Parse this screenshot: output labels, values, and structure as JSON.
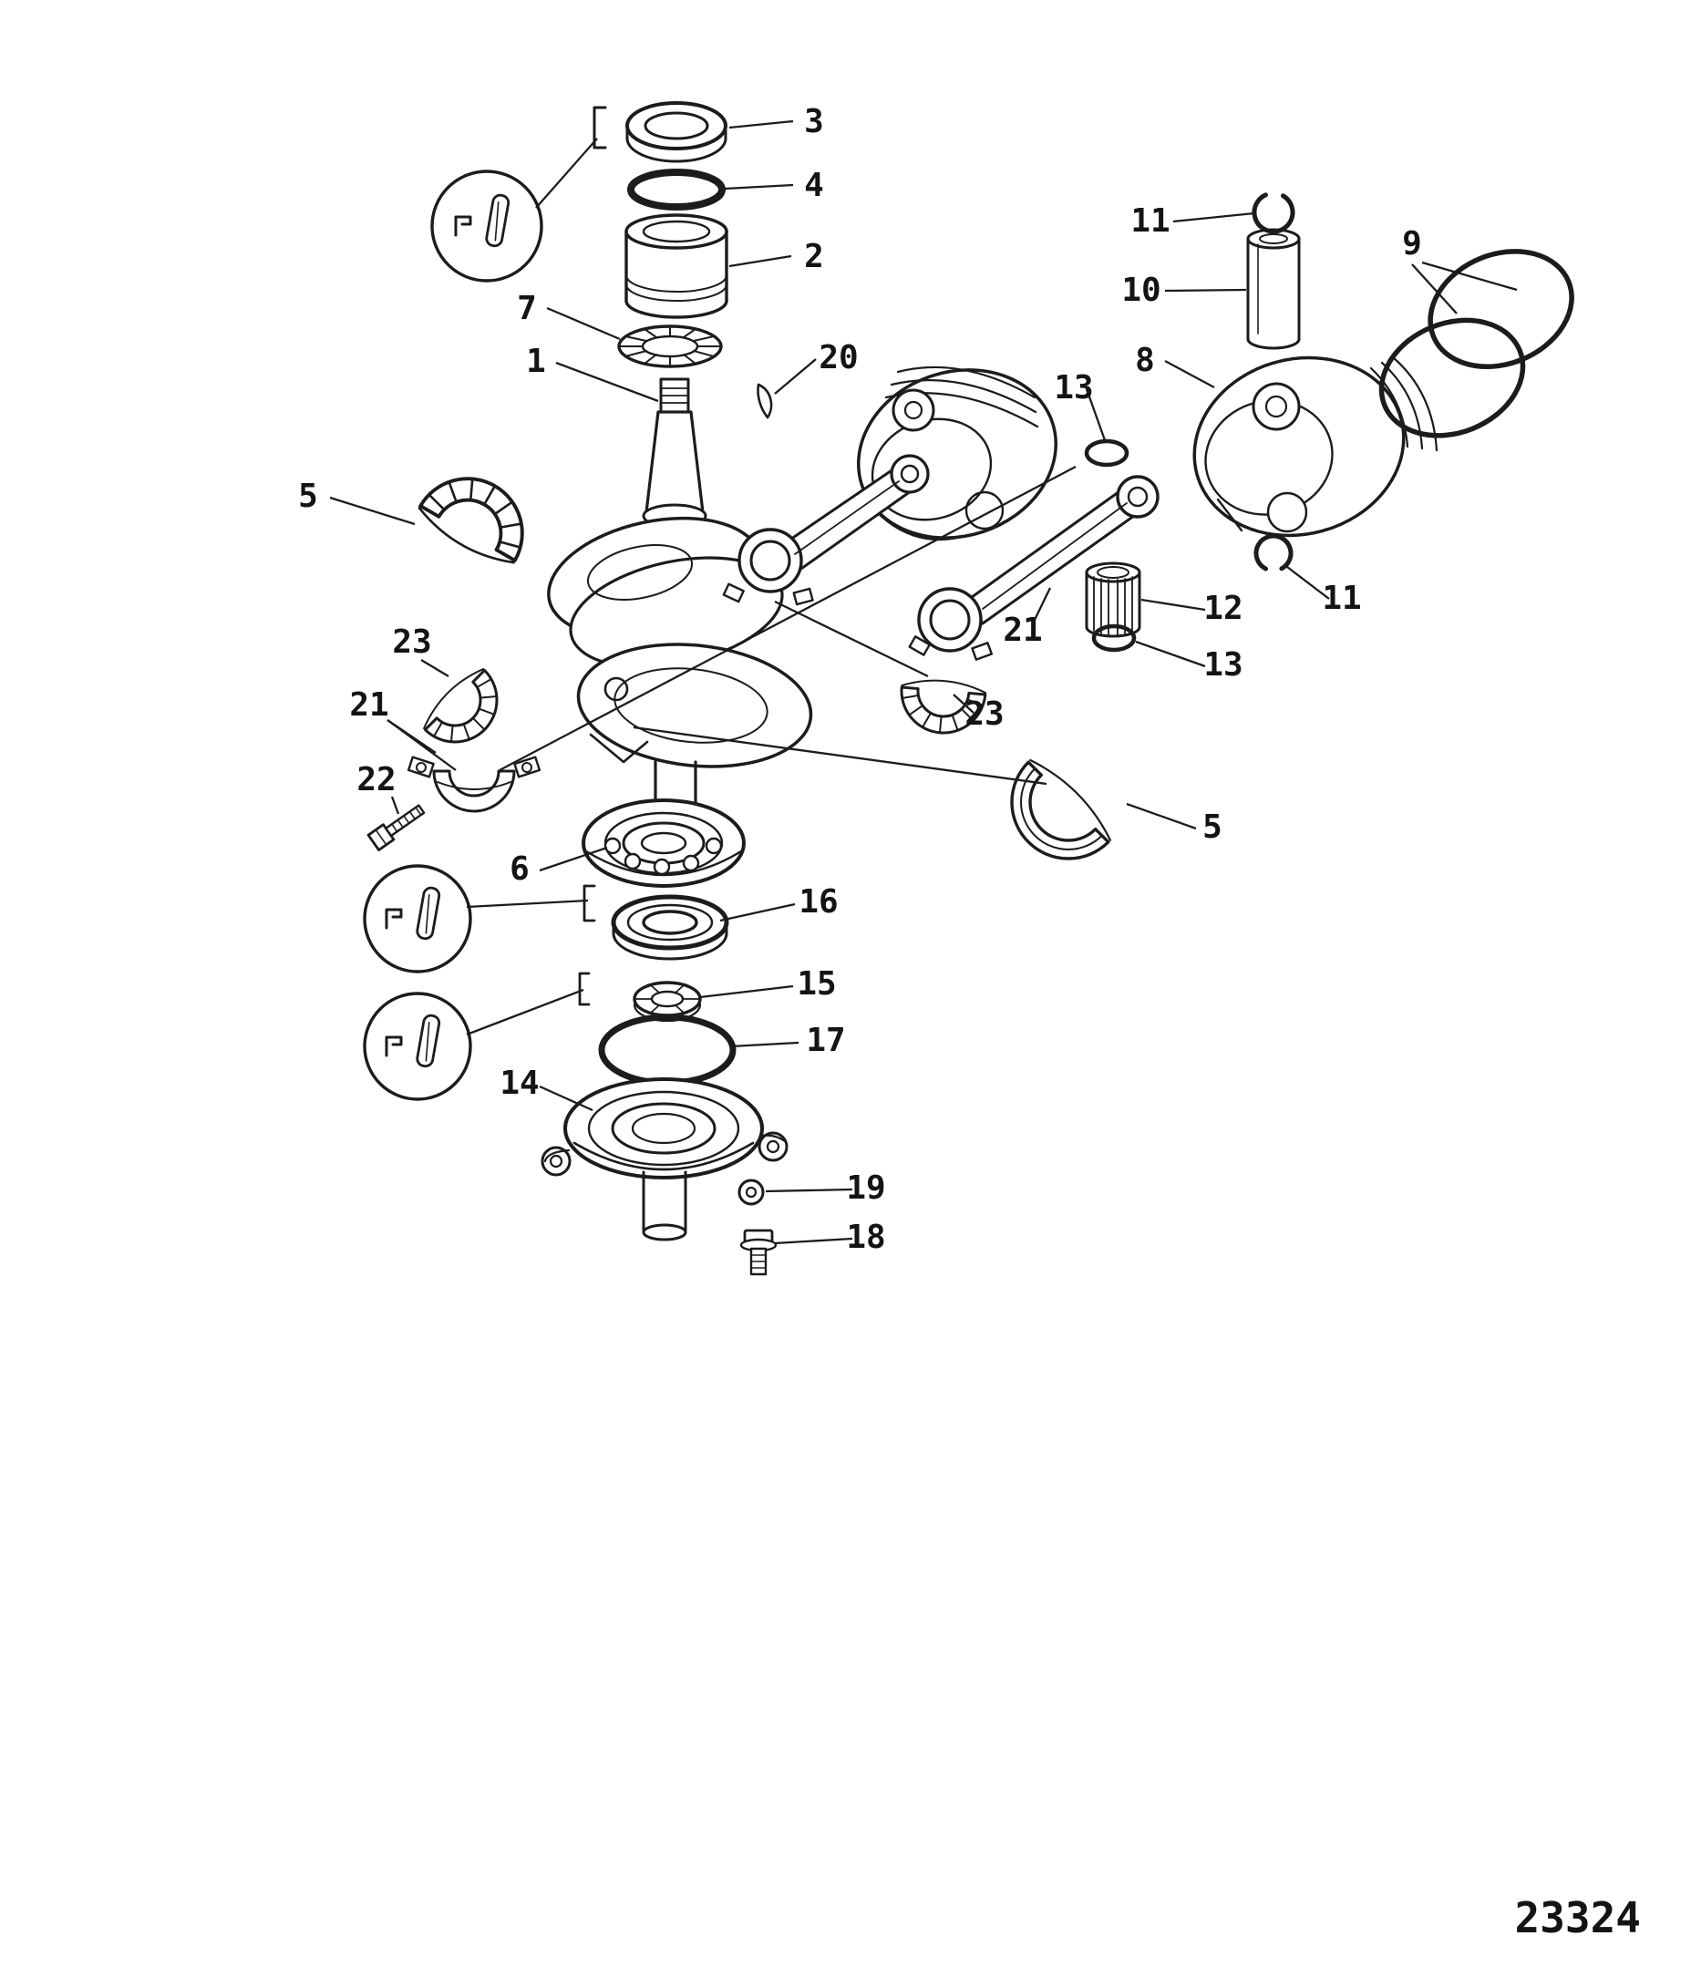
{
  "diagram": {
    "type": "exploded-parts-diagram",
    "subject": "crankshaft-pistons-and-connecting-rods",
    "drawing_number": "23324",
    "background_color": "#ffffff",
    "ink_color": "#1c1c1c",
    "callouts": [
      "3",
      "4",
      "2",
      "7",
      "1",
      "20",
      "11",
      "10",
      "9",
      "8",
      "13",
      "5",
      "21",
      "12",
      "13",
      "11",
      "23",
      "21",
      "22",
      "23",
      "5",
      "6",
      "16",
      "15",
      "17",
      "14",
      "19",
      "18"
    ],
    "insets": [
      {
        "icon": "locating-pin-note-icon"
      },
      {
        "icon": "locating-pin-note-icon"
      },
      {
        "icon": "locating-pin-note-icon"
      }
    ]
  }
}
